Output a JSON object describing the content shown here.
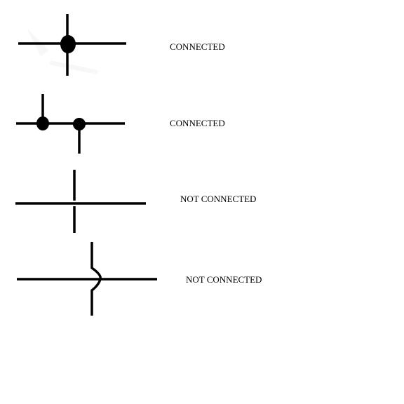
{
  "rows": [
    {
      "id": "four-way-junction",
      "label": "CONNECTED"
    },
    {
      "id": "two-t-junctions",
      "label": "CONNECTED"
    },
    {
      "id": "plain-crossing",
      "label": "NOT CONNECTED"
    },
    {
      "id": "hop-over-crossing",
      "label": "NOT CONNECTED"
    }
  ],
  "colors": {
    "wire": "#000000",
    "background": "#ffffff"
  }
}
